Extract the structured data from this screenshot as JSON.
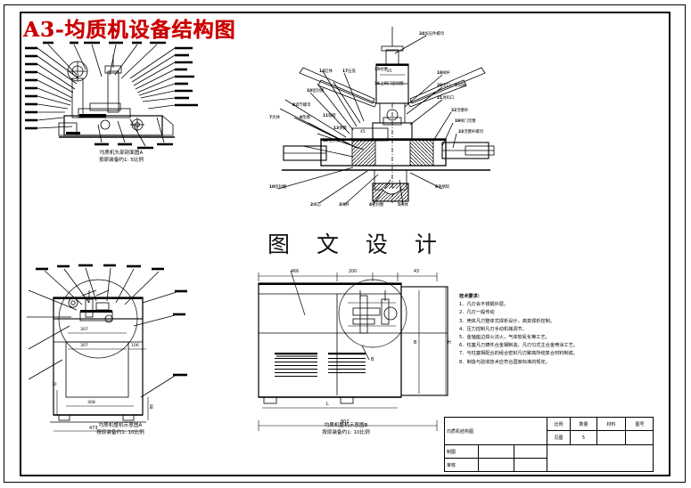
{
  "sheet": {
    "title": "A3-均质机设备结构图",
    "title_color": "#cc0000",
    "watermark": "图 文 设 计",
    "background": "#ffffff",
    "line_color": "#000000"
  },
  "views": [
    {
      "id": "head-section-a",
      "caption_line1": "均质机头部剖面图A",
      "caption_line2": "按原装备约1: 5比例"
    },
    {
      "id": "main-section",
      "caption_line1": "",
      "caption_line2": ""
    },
    {
      "id": "assembly-a",
      "caption_line1": "均质机整机示意图A",
      "caption_line2": "按原装备约1: 10比例"
    },
    {
      "id": "assembly-b",
      "caption_line1": "均质机整机示意图B",
      "caption_line2": "按原装备约1: 10比例"
    }
  ],
  "main_section_labels": [
    {
      "num": "1",
      "text": "阀座"
    },
    {
      "num": "2",
      "text": "阀芯"
    },
    {
      "num": "3",
      "text": "阀杆"
    },
    {
      "num": "4",
      "text": "密封圈"
    },
    {
      "num": "5",
      "text": "阀体"
    },
    {
      "num": "6",
      "text": "手柄轮"
    },
    {
      "num": "7",
      "text": "壳体"
    },
    {
      "num": "8",
      "text": "调节螺母"
    },
    {
      "num": "9",
      "text": "垫圈"
    },
    {
      "num": "10",
      "text": "密封圈"
    },
    {
      "num": "11",
      "text": "轴套"
    },
    {
      "num": "12",
      "text": "密封圈"
    },
    {
      "num": "13",
      "text": "弹簧"
    },
    {
      "num": "14",
      "text": "缸体"
    },
    {
      "num": "15",
      "text": "柱塞"
    },
    {
      "num": "16",
      "text": "上阀门密封圈"
    },
    {
      "num": "17",
      "text": "压盖"
    },
    {
      "num": "18",
      "text": "阀杆"
    },
    {
      "num": "19",
      "text": "阀门活塞"
    },
    {
      "num": "20",
      "text": "出口、单向阀"
    },
    {
      "num": "21",
      "text": "进料口"
    },
    {
      "num": "22",
      "text": "活塞杆"
    },
    {
      "num": "23",
      "text": "活塞杆螺母"
    },
    {
      "num": "24",
      "text": "加压件螺母"
    }
  ],
  "dimensions": {
    "assembly_a": [
      "307",
      "307",
      "106",
      "308",
      "473",
      "70",
      "88"
    ],
    "assembly_b": [
      "466",
      "200",
      "43",
      "L",
      "B",
      "H",
      "802"
    ],
    "main_section": [
      "25",
      "45"
    ]
  },
  "tech_notes": {
    "heading": "技术要求:",
    "items": [
      "1．凡刃会不锈钢外层。",
      "2．凡刃一般传动",
      "3．壳体凡刃整体式焊析设计，高变焊析控制。",
      "4．压力控制凡刃手动机械调节。",
      "5．金轴座边焊火淬火，气体软氮化等工艺。",
      "6．柱塞凡刃铸件合金钢制造，凡刃匀式主合金喷涂工艺。",
      "7．与柱塞相配合的组合密封凡刃聚高所结复合材料制成。",
      "8．制造与验收技术应符合国家标准的规定。"
    ]
  },
  "title_block": {
    "drawing_name": "均质机结构图",
    "cols": [
      {
        "header": "比例",
        "value": "见图"
      },
      {
        "header": "数量",
        "value": "5"
      },
      {
        "header": "材料",
        "value": ""
      },
      {
        "header": "图号",
        "value": ""
      }
    ],
    "rows": [
      {
        "label": "制图",
        "v1": "",
        "v2": ""
      },
      {
        "label": "审核",
        "v1": "",
        "v2": ""
      }
    ]
  }
}
